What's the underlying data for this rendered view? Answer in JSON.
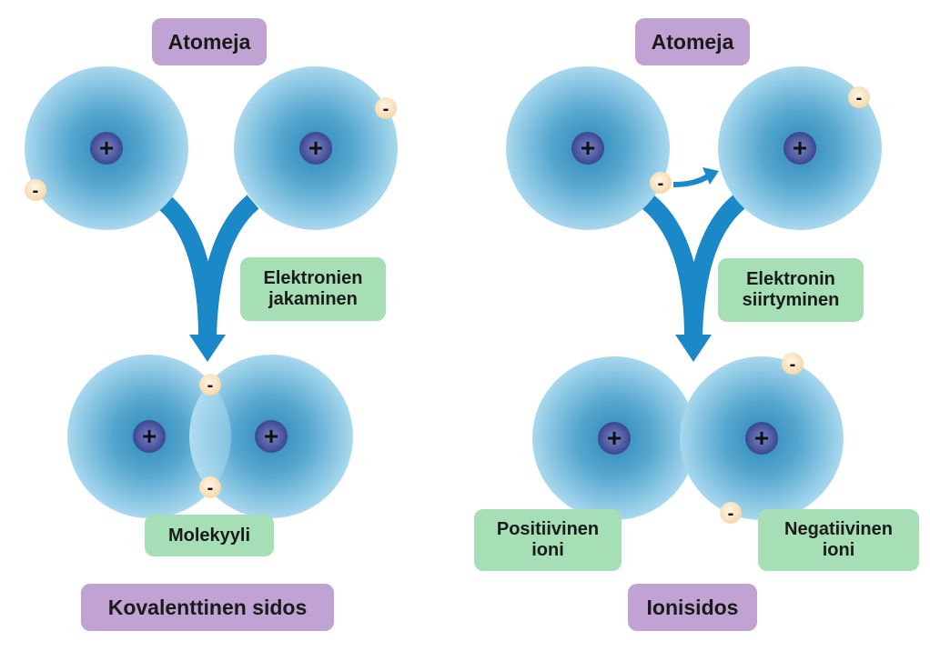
{
  "covalent": {
    "atoms_label": "Atomeja",
    "process_label": [
      "Elektronien",
      "jakaminen"
    ],
    "result_label": "Molekyyli",
    "bond_label": "Kovalenttinen sidos"
  },
  "ionic": {
    "atoms_label": "Atomeja",
    "process_label": [
      "Elektronin",
      "siirtyminen"
    ],
    "positive_label": [
      "Positiivinen",
      "ioni"
    ],
    "negative_label": [
      "Negatiivinen",
      "ioni"
    ],
    "bond_label": "Ionisidos"
  },
  "symbols": {
    "nucleus": "+",
    "electron": "-"
  },
  "colors": {
    "atom_center": "#2e8ab8",
    "atom_edge": "#a8d8ee",
    "nucleus": "#4a58a0",
    "arrow": "#1b88c8",
    "electron": "#fbe7c8",
    "label_purple": "#c0a3d2",
    "label_green": "#a6dfb6"
  }
}
